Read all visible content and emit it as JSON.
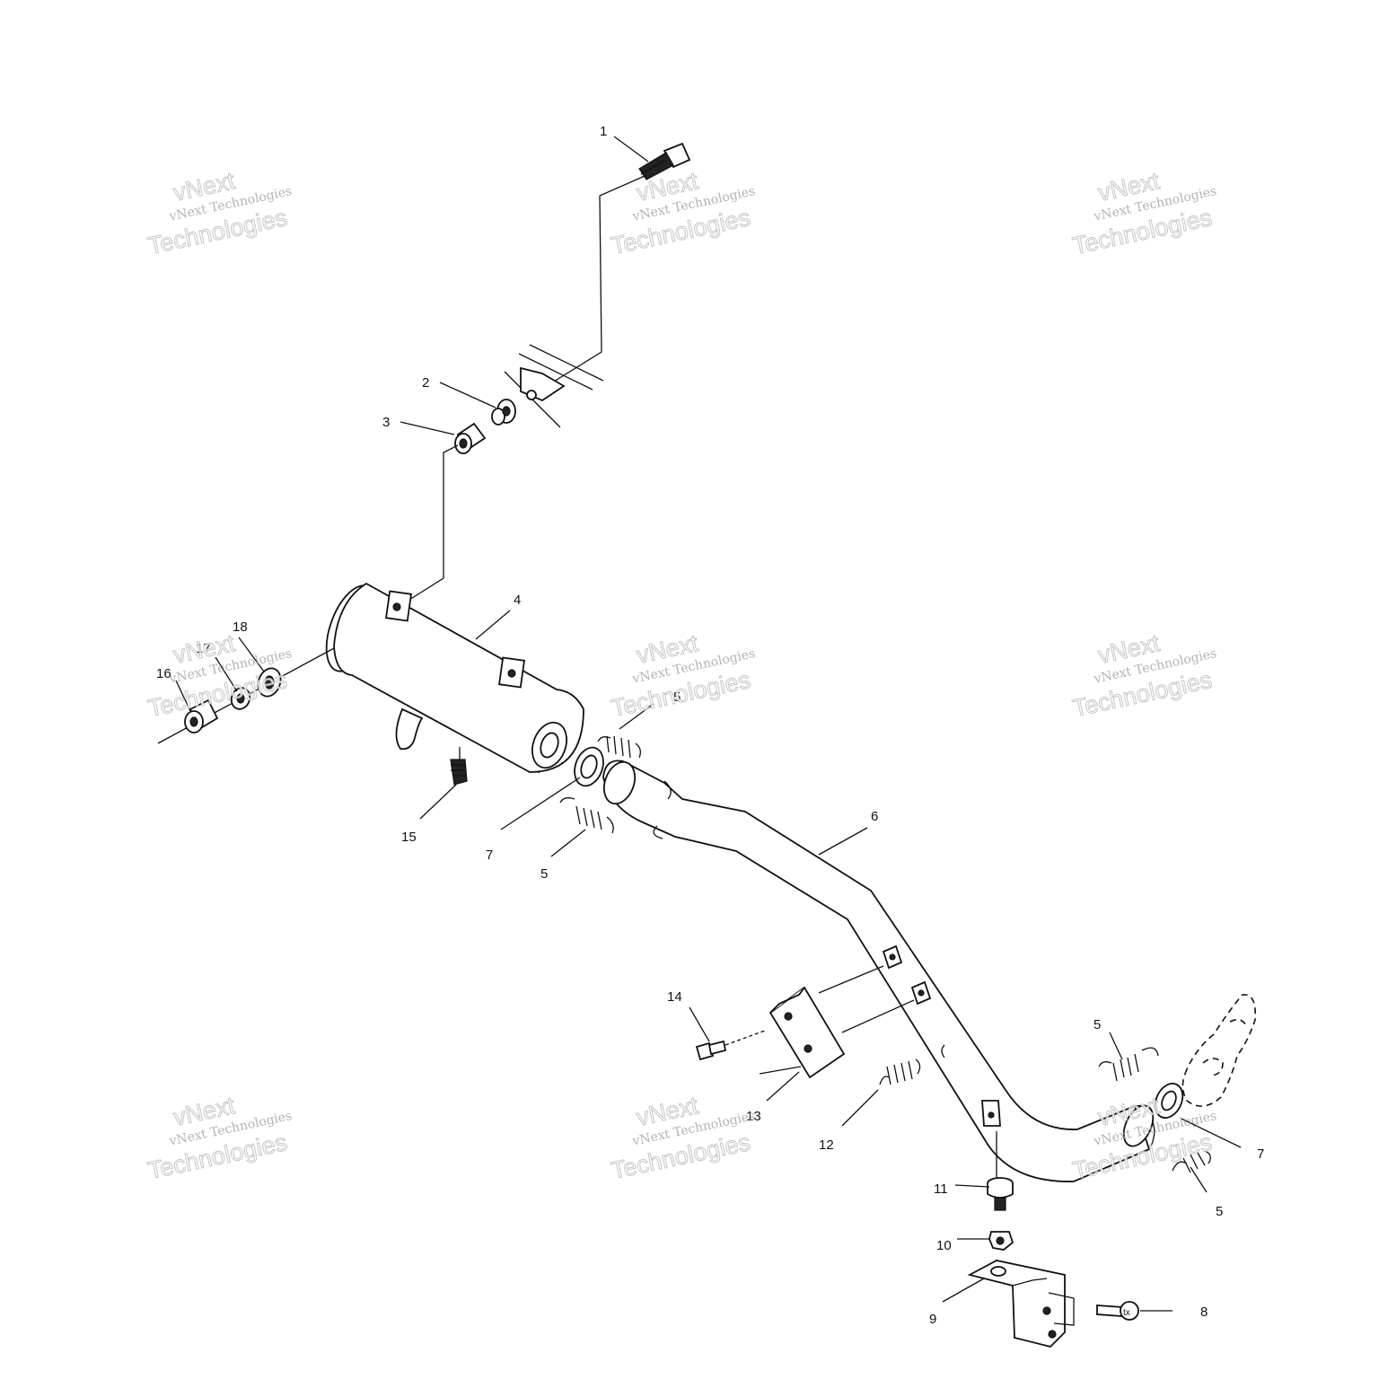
{
  "callouts": [
    {
      "id": "c1",
      "text": "1"
    },
    {
      "id": "c2",
      "text": "2"
    },
    {
      "id": "c3",
      "text": "3"
    },
    {
      "id": "c4",
      "text": "4"
    },
    {
      "id": "c5a",
      "text": "5"
    },
    {
      "id": "c5b",
      "text": "5"
    },
    {
      "id": "c5c",
      "text": "5"
    },
    {
      "id": "c5d",
      "text": "5"
    },
    {
      "id": "c6",
      "text": "6"
    },
    {
      "id": "c7a",
      "text": "7"
    },
    {
      "id": "c7b",
      "text": "7"
    },
    {
      "id": "c8",
      "text": "8"
    },
    {
      "id": "c9",
      "text": "9"
    },
    {
      "id": "c10",
      "text": "10"
    },
    {
      "id": "c11",
      "text": "11"
    },
    {
      "id": "c12",
      "text": "12"
    },
    {
      "id": "c13",
      "text": "13"
    },
    {
      "id": "c14",
      "text": "14"
    },
    {
      "id": "c15",
      "text": "15"
    },
    {
      "id": "c16",
      "text": "16"
    },
    {
      "id": "c17",
      "text": "17"
    },
    {
      "id": "c18",
      "text": "18"
    }
  ],
  "watermark": {
    "small": "vNext Technologies",
    "top": "vNext",
    "bottom": "Technologies"
  }
}
